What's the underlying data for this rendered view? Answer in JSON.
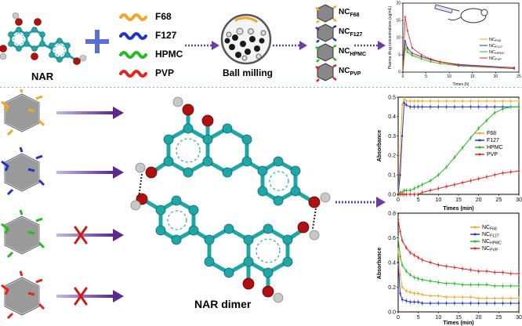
{
  "top": {
    "nar_label": "NAR",
    "polymers": [
      "F68",
      "F127",
      "HPMC",
      "PVP"
    ],
    "ball_label": "Ball milling",
    "nc_labels": [
      {
        "base": "NC",
        "sub": "F68"
      },
      {
        "base": "NC",
        "sub": "F127"
      },
      {
        "base": "NC",
        "sub": "HPMC"
      },
      {
        "base": "NC",
        "sub": "PVP"
      }
    ],
    "plasma_chart": {
      "ylabel": "Plasma drug concentrations (ug/mL)",
      "xlabel": "Times (h)",
      "xticks": [
        "0",
        "5",
        "10",
        "15",
        "20",
        "25"
      ],
      "yticks": [
        "0",
        "5",
        "10",
        "15",
        "20"
      ],
      "legend": [
        {
          "base": "NC",
          "sub": "F68"
        },
        {
          "base": "NC",
          "sub": "F127"
        },
        {
          "base": "NC",
          "sub": "HPMC"
        },
        {
          "base": "NC",
          "sub": "PVP"
        }
      ]
    }
  },
  "dimer_label": "NAR dimer",
  "colors": {
    "f68": "#f5a623",
    "f127": "#2233cc",
    "hpmc": "#22bb22",
    "pvp": "#e52222",
    "arrow": "#5b2a8c",
    "carbon": "#1fa7a7",
    "oxygen": "#b01010",
    "hydrogen": "#c8c8c8"
  },
  "chart_data": [
    {
      "type": "line",
      "xlabel": "Times (h)",
      "ylabel": "Plasma drug concentrations (ug/mL)",
      "xlim": [
        0,
        25
      ],
      "ylim": [
        0,
        20
      ],
      "x": [
        0,
        0.5,
        1,
        2,
        4,
        6,
        8,
        12,
        24
      ],
      "series": [
        {
          "name": "NC F68",
          "values": [
            0,
            8,
            6.5,
            5,
            4.2,
            3.5,
            2.8,
            2,
            1.2
          ]
        },
        {
          "name": "NC F127",
          "values": [
            0,
            9,
            7,
            5.5,
            4.5,
            3.6,
            3,
            2.2,
            1.3
          ]
        },
        {
          "name": "NC HPMC",
          "values": [
            0,
            7,
            5.8,
            4.8,
            3.8,
            3,
            2.5,
            1.8,
            1
          ]
        },
        {
          "name": "NC PVP",
          "values": [
            0,
            16,
            12,
            7,
            5,
            3.8,
            3,
            2,
            1
          ]
        }
      ]
    },
    {
      "type": "line",
      "xlabel": "Times (min)",
      "ylabel": "Absorbance",
      "xlim": [
        0,
        30
      ],
      "ylim": [
        0.0,
        0.5
      ],
      "xticks": [
        "0",
        "5",
        "10",
        "15",
        "20",
        "25",
        "30"
      ],
      "yticks": [
        "0.0",
        "0.1",
        "0.2",
        "0.3",
        "0.4",
        "0.5"
      ],
      "legend_position": "right",
      "x": [
        0,
        0.5,
        1,
        1.5,
        2,
        3,
        4,
        5,
        6,
        8,
        10,
        12,
        14,
        16,
        18,
        20,
        22,
        24,
        26,
        28,
        30
      ],
      "series": [
        {
          "name": "F68",
          "values": [
            0.0,
            0.2,
            0.46,
            0.49,
            0.48,
            0.48,
            0.48,
            0.48,
            0.48,
            0.48,
            0.48,
            0.48,
            0.48,
            0.48,
            0.48,
            0.48,
            0.48,
            0.48,
            0.48,
            0.48,
            0.48
          ]
        },
        {
          "name": "F127",
          "values": [
            0.0,
            0.1,
            0.3,
            0.47,
            0.46,
            0.45,
            0.45,
            0.45,
            0.45,
            0.45,
            0.45,
            0.45,
            0.45,
            0.45,
            0.45,
            0.45,
            0.45,
            0.45,
            0.45,
            0.45,
            0.45
          ]
        },
        {
          "name": "HPMC",
          "values": [
            0.0,
            0.01,
            0.01,
            0.02,
            0.02,
            0.02,
            0.03,
            0.04,
            0.05,
            0.07,
            0.1,
            0.14,
            0.19,
            0.24,
            0.29,
            0.34,
            0.38,
            0.42,
            0.44,
            0.45,
            0.45
          ]
        },
        {
          "name": "PVP",
          "values": [
            0.0,
            0.0,
            0.0,
            0.0,
            0.0,
            0.0,
            0.0,
            0.0,
            0.01,
            0.02,
            0.03,
            0.04,
            0.05,
            0.06,
            0.07,
            0.08,
            0.09,
            0.1,
            0.11,
            0.115,
            0.12
          ]
        }
      ]
    },
    {
      "type": "line",
      "xlabel": "Times (min)",
      "ylabel": "Absorbance",
      "xlim": [
        0,
        30
      ],
      "ylim": [
        0.0,
        0.8
      ],
      "xticks": [
        "0",
        "5",
        "10",
        "15",
        "20",
        "25",
        "30"
      ],
      "yticks": [
        "0.0",
        "0.2",
        "0.4",
        "0.6",
        "0.8"
      ],
      "legend_position": "right",
      "x": [
        0,
        0.5,
        1,
        2,
        3,
        4,
        5,
        6,
        8,
        10,
        12,
        14,
        16,
        18,
        20,
        22,
        24,
        26,
        28,
        30
      ],
      "series": [
        {
          "name": "NC F68",
          "values": [
            0.5,
            0.3,
            0.2,
            0.17,
            0.16,
            0.15,
            0.15,
            0.14,
            0.13,
            0.13,
            0.12,
            0.12,
            0.12,
            0.12,
            0.11,
            0.11,
            0.11,
            0.11,
            0.11,
            0.11
          ]
        },
        {
          "name": "NC F127",
          "values": [
            0.4,
            0.15,
            0.1,
            0.09,
            0.08,
            0.08,
            0.08,
            0.07,
            0.07,
            0.07,
            0.07,
            0.07,
            0.07,
            0.07,
            0.07,
            0.07,
            0.07,
            0.07,
            0.07,
            0.07
          ]
        },
        {
          "name": "NC HPMC",
          "values": [
            0.6,
            0.45,
            0.38,
            0.33,
            0.3,
            0.28,
            0.27,
            0.26,
            0.25,
            0.24,
            0.23,
            0.23,
            0.22,
            0.22,
            0.22,
            0.22,
            0.21,
            0.21,
            0.21,
            0.21
          ]
        },
        {
          "name": "NC PVP",
          "values": [
            0.75,
            0.65,
            0.58,
            0.52,
            0.48,
            0.46,
            0.44,
            0.42,
            0.4,
            0.38,
            0.37,
            0.36,
            0.35,
            0.34,
            0.33,
            0.33,
            0.32,
            0.32,
            0.31,
            0.31
          ]
        }
      ]
    }
  ],
  "legends": {
    "abs1": [
      "F68",
      "F127",
      "HPMC",
      "PVP"
    ],
    "abs2": [
      {
        "base": "NC",
        "sub": "F68"
      },
      {
        "base": "NC",
        "sub": "F127"
      },
      {
        "base": "NC",
        "sub": "HPMC"
      },
      {
        "base": "NC",
        "sub": "PVP"
      }
    ]
  }
}
